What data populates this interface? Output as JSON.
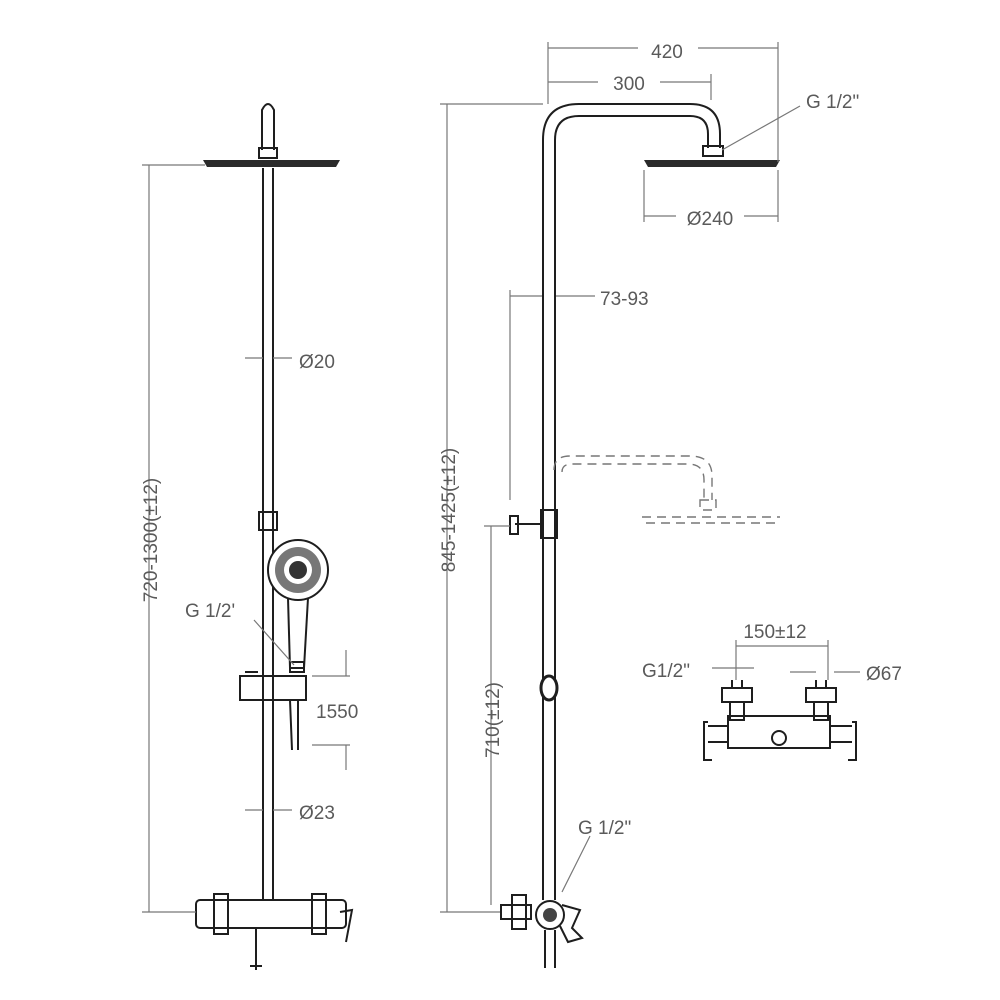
{
  "dimensions": {
    "d420": "420",
    "d300": "300",
    "g_half_top": "G 1/2\"",
    "d240": "Ø240",
    "d73_93": "73-93",
    "d845_1425": "845-1425(±12)",
    "d720_1300": "720-1300(±12)",
    "d20": "Ø20",
    "g_half_handshower": "G 1/2'",
    "d1550": "1550",
    "d23": "Ø23",
    "d710": "710(±12)",
    "g_half_mixer": "G 1/2\"",
    "d150": "150±12",
    "g_half_valve": "G1/2\"",
    "d67": "Ø67"
  }
}
